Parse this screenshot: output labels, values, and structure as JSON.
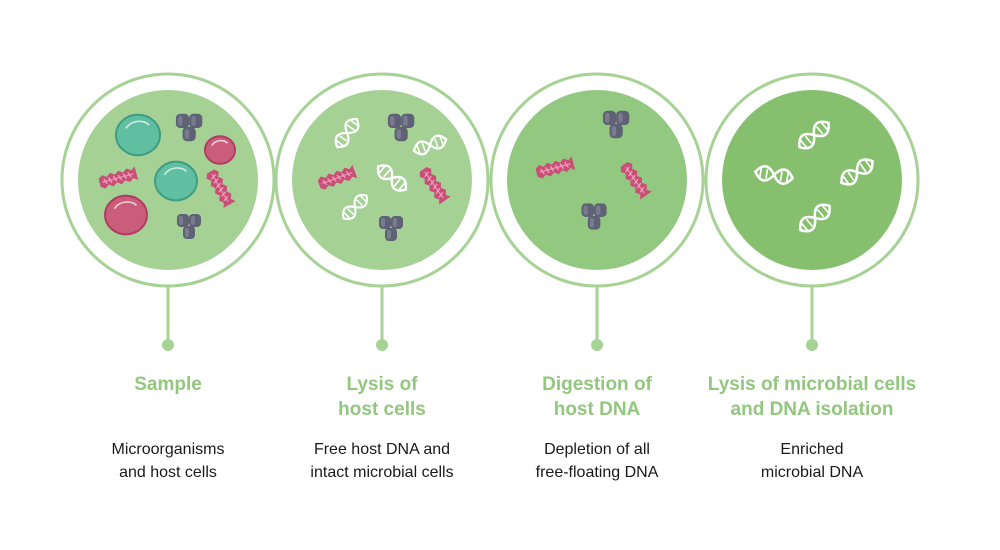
{
  "colors": {
    "ring": "#a6d395",
    "disc_light": "#a5d195",
    "disc_mid": "#93c880",
    "disc_dark": "#86c06f",
    "title_text": "#92c77e",
    "body_text": "#1a1a1a",
    "dna": "#ffffff",
    "protein_cluster": "#5f6175",
    "bacteria": "#c94f78",
    "host_cell_teal": "#5fbfa0",
    "host_cell_pink": "#c95d7a"
  },
  "steps": [
    {
      "title": [
        "Sample"
      ],
      "description": [
        "Microorganisms",
        "and host cells"
      ]
    },
    {
      "title": [
        "Lysis of",
        "host cells"
      ],
      "description": [
        "Free host DNA and",
        "intact microbial cells"
      ]
    },
    {
      "title": [
        "Digestion of",
        "host DNA"
      ],
      "description": [
        "Depletion of all",
        "free-floating DNA"
      ]
    },
    {
      "title": [
        "Lysis of microbial cells",
        "and DNA isolation"
      ],
      "description": [
        "Enriched",
        "microbial DNA"
      ]
    }
  ]
}
